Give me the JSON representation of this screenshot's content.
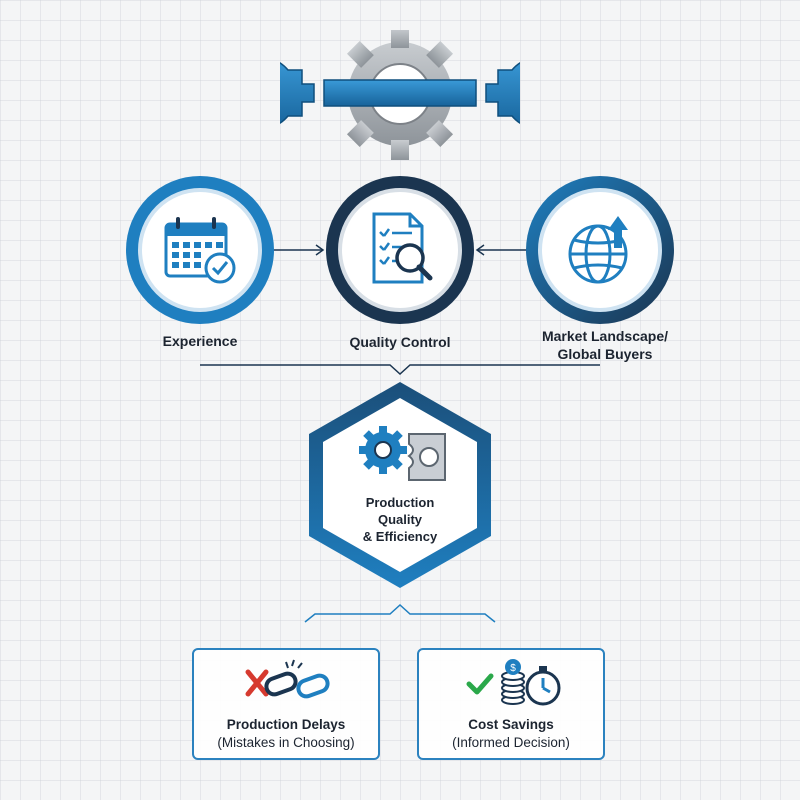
{
  "nodes": {
    "experience": "Experience",
    "quality_control": "Quality Control",
    "market_line1": "Market Landscape/",
    "market_line2": "Global Buyers"
  },
  "center": {
    "line1": "Production",
    "line2": "Quality",
    "line3": "& Efficiency"
  },
  "outcomes": {
    "delays_title": "Production Delays",
    "delays_sub": "(Mistakes in Choosing)",
    "savings_title": "Cost Savings",
    "savings_sub": "(Informed Decision)"
  },
  "colors": {
    "primary_blue": "#1f7fc0",
    "navy": "#1b3550",
    "gray": "#9aa0a6",
    "check_green": "#2aa84a",
    "cross_red": "#d63a2f"
  },
  "icons": {
    "top": "wrench-gear-icon",
    "experience": "calendar-check-icon",
    "quality_control": "document-magnifier-icon",
    "market": "globe-arrow-icon",
    "center": "gears-icon",
    "delays": "broken-chain-icon",
    "savings": "coins-stopwatch-icon"
  }
}
